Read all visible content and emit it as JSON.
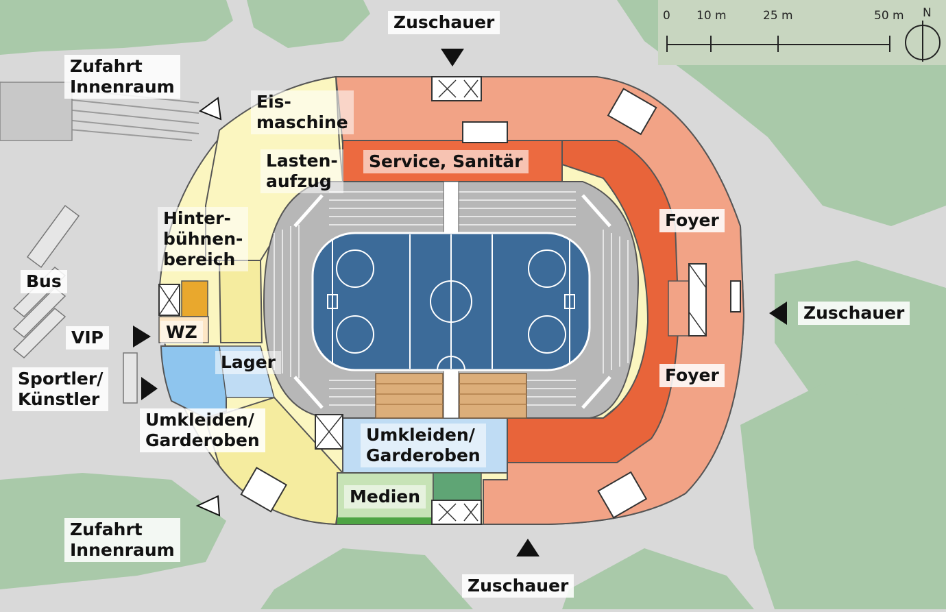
{
  "labels": {
    "zuschauer_top": "Zuschauer",
    "zuschauer_right": "Zuschauer",
    "zuschauer_bottom": "Zuschauer",
    "zufahrt_top": "Zufahrt\nInnenraum",
    "zufahrt_bottom": "Zufahrt\nInnenraum",
    "eismaschine": "Eis-\nmaschine",
    "lastenaufzug": "Lasten-\naufzug",
    "service": "Service, Sanitär",
    "foyer_top": "Foyer",
    "foyer_bottom": "Foyer",
    "hinterbuehne": "Hinter-\nbühnen-\nbereich",
    "bus": "Bus",
    "vip": "VIP",
    "wz": "WZ",
    "lager": "Lager",
    "sportler": "Sportler/\nKünstler",
    "umkleiden_left": "Umkleiden/\nGarderoben",
    "umkleiden_center": "Umkleiden/\nGarderoben",
    "medien": "Medien"
  },
  "scale": {
    "ticks": [
      "0",
      "10 m",
      "25 m",
      "50 m"
    ],
    "north": "N"
  },
  "colors": {
    "background": "#d9d9d9",
    "green_area": "#a9c9a9",
    "foyer_light": "#f2a386",
    "foyer_dark": "#e8643a",
    "service": "#ec6a40",
    "backstage": "#fbf6c0",
    "backstage_mid": "#f5ec9f",
    "locker": "#8ec5ee",
    "locker_light": "#bfdcf4",
    "media": "#c7e3b6",
    "media_dark": "#5fa575",
    "wz": "#e9a82d",
    "ice": "#3c6b99",
    "seating": "#b7b7b7",
    "vip_boxes": "#dcae7a"
  }
}
